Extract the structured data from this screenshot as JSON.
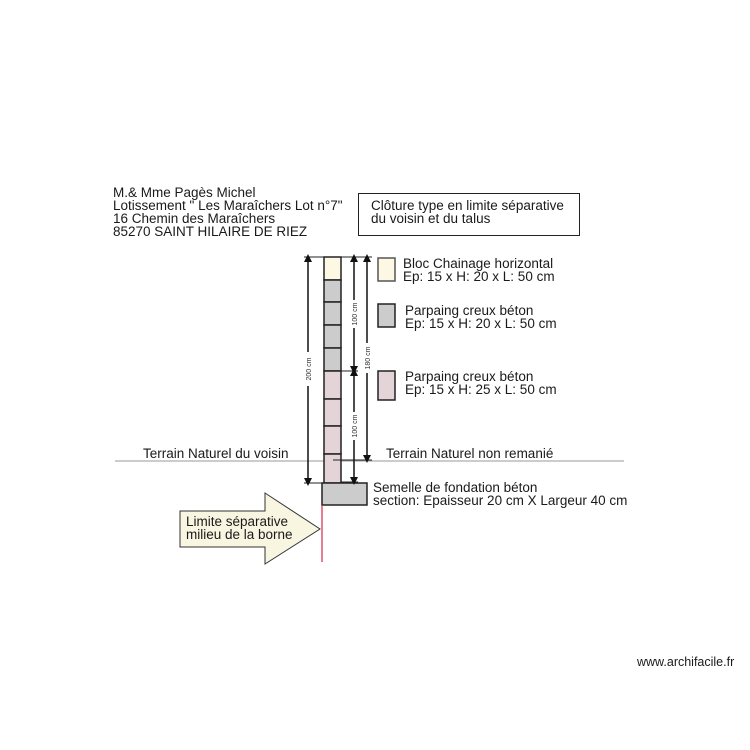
{
  "owner_block": {
    "line1": "M.& Mme Pagès Michel",
    "line2": "Lotissement \" Les Maraîchers Lot n°7\"",
    "line3": "16 Chemin des Maraîchers",
    "line4": "85270 SAINT HILAIRE DE RIEZ"
  },
  "title_box": {
    "line1": "Clôture type en limite séparative",
    "line2": "du voisin et du talus"
  },
  "legend": [
    {
      "name": "Bloc Chainage horizontal",
      "dims": "Ep: 15 x H: 20 x L: 50 cm",
      "color": "#fcf8e3"
    },
    {
      "name": "Parpaing creux béton",
      "dims": "Ep: 15 x H: 20 x L: 50 cm",
      "color": "#cccccc"
    },
    {
      "name": "Parpaing creux béton",
      "dims": "Ep: 15 x H: 25 x L: 50 cm",
      "color": "#e4d4d7"
    }
  ],
  "dimensions": {
    "total": "200 cm",
    "upper": "100 cm",
    "lower": "100 cm",
    "above_ground": "180 cm"
  },
  "ground": {
    "left_label": "Terrain Naturel du voisin",
    "right_label": "Terrain Naturel non remanié"
  },
  "footing": {
    "line1": "Semelle de fondation béton",
    "line2": "section: Epaisseur 20 cm X Largeur 40 cm",
    "color": "#cccccc"
  },
  "boundary_arrow": {
    "line1": "Limite séparative",
    "line2": "milieu de la borne",
    "fill": "#f8f5e1",
    "line_color": "#d9264a"
  },
  "watermark": "www.archifacile.fr"
}
